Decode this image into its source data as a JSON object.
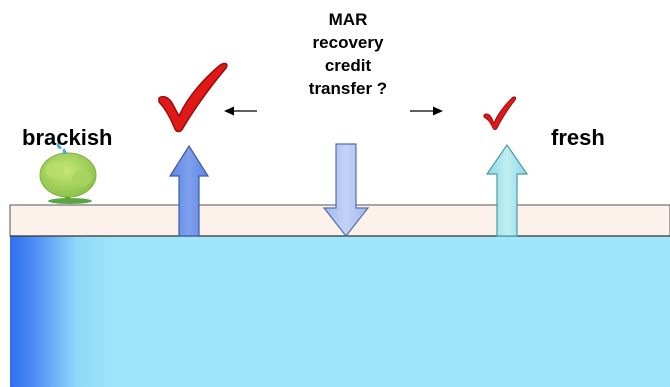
{
  "labels": {
    "left": "brackish",
    "right": "fresh",
    "center_lines": [
      "MAR",
      "recovery",
      "credit",
      "transfer ?"
    ]
  },
  "colors": {
    "aquifer": "#9fe6fb",
    "aquifer_edge_dark": "#2f6ff0",
    "soil_band": "#fdf1ec",
    "arrow_brackish": "#6f92e6",
    "arrow_injection": "#aec3f0",
    "arrow_fresh": "#a8e4ec",
    "check_mark": "#e01818"
  },
  "icons": {
    "left_check": "check-mark-icon",
    "right_check": "check-mark-icon",
    "tree": "tree-icon"
  }
}
